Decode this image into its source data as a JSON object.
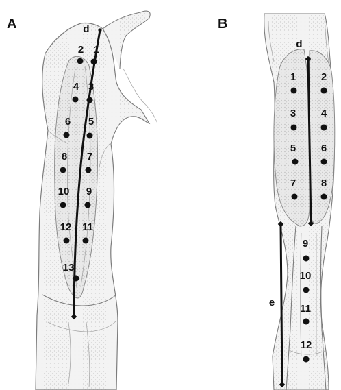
{
  "panels": [
    {
      "letter": "A",
      "line_label": "d",
      "points": [
        "1",
        "2",
        "3",
        "4",
        "5",
        "6",
        "7",
        "8",
        "9",
        "10",
        "11",
        "12",
        "13"
      ]
    },
    {
      "letter": "B",
      "line_labels": [
        "d",
        "e"
      ],
      "points": [
        "1",
        "2",
        "3",
        "4",
        "5",
        "6",
        "7",
        "8",
        "9",
        "10",
        "11",
        "12"
      ]
    }
  ]
}
